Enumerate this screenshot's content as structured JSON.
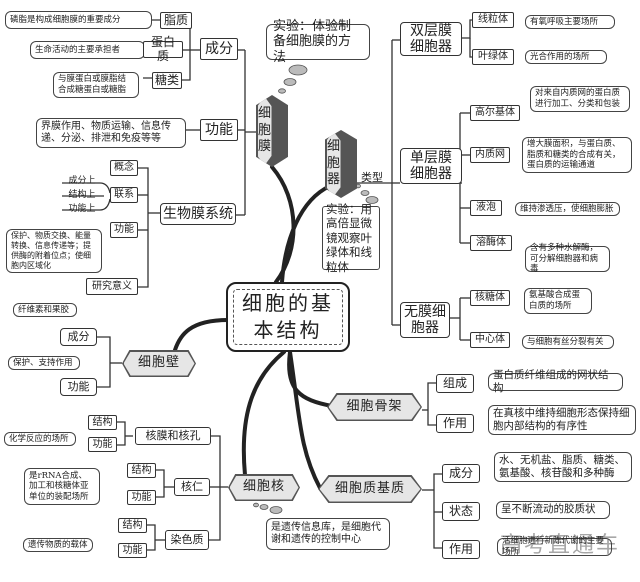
{
  "center": {
    "title": "细胞的基本结构"
  },
  "membrane": {
    "title": "细胞膜",
    "experiment": "实验：体验制备细胞膜的方法",
    "composition": {
      "label": "成分",
      "items": [
        {
          "label": "脂质",
          "note": "磷脂是构成细胞膜的重要成分"
        },
        {
          "label": "蛋白质",
          "note": "生命活动的主要承担者"
        },
        {
          "label": "糖类",
          "note": "与膜蛋白或膜脂结合成糖蛋白或糖脂"
        }
      ]
    },
    "function": {
      "label": "功能",
      "note": "界膜作用、物质运输、信息传递、分泌、排泄和免疫等等"
    },
    "biomembrane_system": {
      "label": "生物膜系统",
      "concept": "概念",
      "relation": {
        "label": "联系",
        "aspects": [
          "成分上",
          "结构上",
          "功能上"
        ]
      },
      "function": {
        "label": "功能",
        "note": "保护、物质交换、能量转换、信息传递等；提供酶的附着位点；使细胞内区域化"
      },
      "significance": "研究意义"
    }
  },
  "organelles": {
    "title": "细胞器",
    "type_label": "类型",
    "experiment": "实验：用高倍显微镜观察叶绿体和线粒体",
    "double": {
      "label": "双层膜细胞器",
      "items": [
        {
          "label": "线粒体",
          "note": "有氧呼吸主要场所"
        },
        {
          "label": "叶绿体",
          "note": "光合作用的场所"
        }
      ]
    },
    "single": {
      "label": "单层膜细胞器",
      "items": [
        {
          "label": "高尔基体",
          "note": "对来自内质网的蛋白质进行加工、分类和包装"
        },
        {
          "label": "内质网",
          "note": "增大膜面积，与蛋白质、脂质和糖类的合成有关，蛋白质的运输通道"
        },
        {
          "label": "液泡",
          "note": "维持渗透压，使细胞膨胀"
        },
        {
          "label": "溶酶体",
          "note": "含有多种水解酶，可分解细胞器和病毒"
        }
      ]
    },
    "none": {
      "label": "无膜细胞器",
      "items": [
        {
          "label": "核糖体",
          "note": "氨基酸合成蛋白质的场所"
        },
        {
          "label": "中心体",
          "note": "与细胞有丝分裂有关"
        }
      ]
    }
  },
  "cell_wall": {
    "title": "细胞壁",
    "composition": {
      "label": "成分",
      "note": "纤维素和果胶"
    },
    "function": {
      "label": "功能",
      "note": "保护、支持作用"
    }
  },
  "cytoskeleton": {
    "title": "细胞骨架",
    "composition": {
      "label": "组成",
      "note": "蛋白质纤维组成的网状结构"
    },
    "function": {
      "label": "作用",
      "note": "在真核中维持细胞形态保持细胞内部结构的有序性"
    }
  },
  "nucleus": {
    "title": "细胞核",
    "note": "是遗传信息库，是细胞代谢和遗传的控制中心",
    "parts": [
      {
        "label": "核膜和核孔",
        "structure": "结构",
        "function": "功能",
        "note": "化学反应的场所"
      },
      {
        "label": "核仁",
        "structure": "结构",
        "function": "功能",
        "note": "是rRNA合成、加工和核糖体亚单位的装配场所"
      },
      {
        "label": "染色质",
        "structure": "结构",
        "function": "功能",
        "note": "遗传物质的载体"
      }
    ]
  },
  "cytosol": {
    "title": "细胞质基质",
    "items": [
      {
        "label": "成分",
        "note": "水、无机盐、脂质、糖类、氨基酸、核苷酸和多种酶"
      },
      {
        "label": "状态",
        "note": "呈不断流动的胶质状"
      },
      {
        "label": "作用",
        "note": "活细胞进行新陈代谢的主要场所"
      }
    ]
  },
  "watermark": "高考直通车"
}
